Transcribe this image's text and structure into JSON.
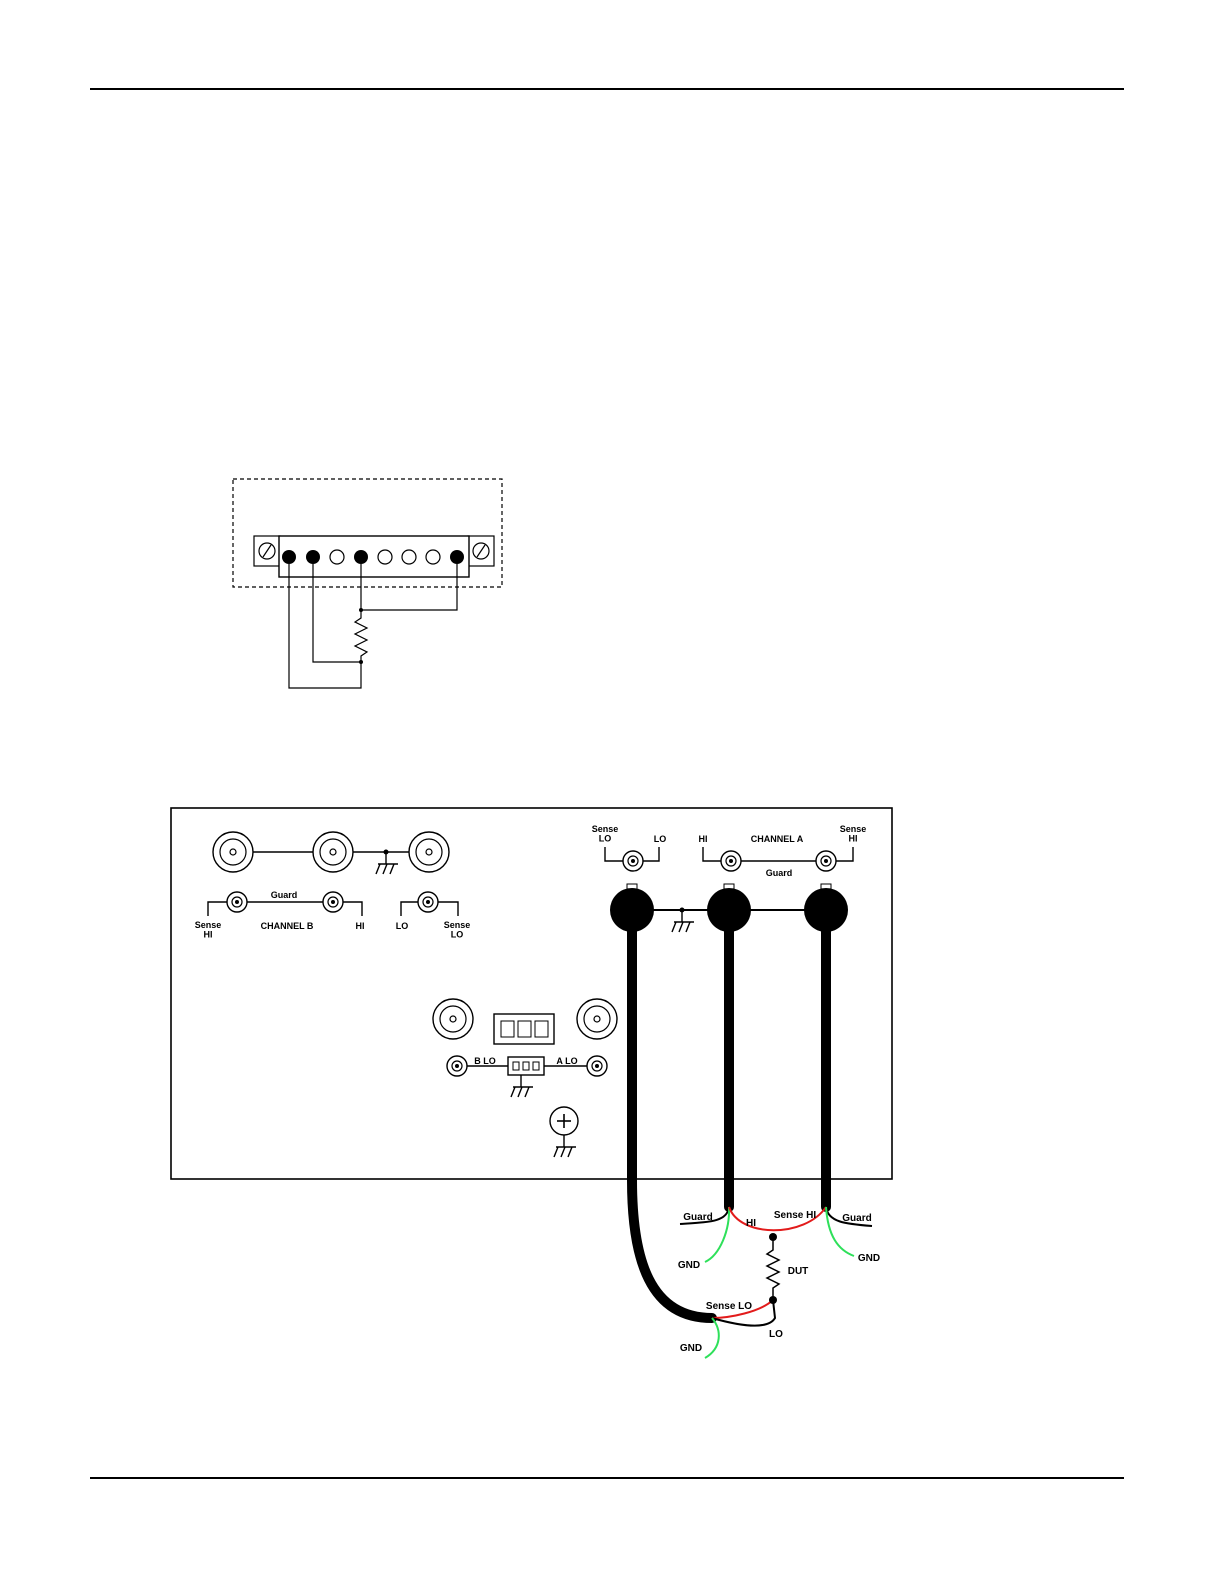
{
  "colors": {
    "line": "#000000",
    "hi_wire": "#e21b1b",
    "gnd_wire": "#2ee05a",
    "ink": "#000000"
  },
  "figure2": {
    "channel_a": {
      "sense_lo_label": "Sense\nLO",
      "lo_label": "LO",
      "hi_label": "HI",
      "channel_label": "CHANNEL  A",
      "sense_hi_label": "Sense\nHI",
      "guard_label": "Guard"
    },
    "channel_b": {
      "guard_label": "Guard",
      "sense_hi_label": "Sense\nHI",
      "channel_label": "CHANNEL  B",
      "hi_label": "HI",
      "lo_label": "LO",
      "sense_lo_label": "Sense\nLO"
    },
    "lo_terminals": {
      "b_lo_label": "B  LO",
      "a_lo_label": "A  LO"
    },
    "dut_wiring": {
      "guard_left_label": "Guard",
      "hi_label": "HI",
      "sense_hi_label": "Sense HI",
      "guard_right_label": "Guard",
      "gnd_left_label": "GND",
      "gnd_right_label": "GND",
      "dut_label": "DUT",
      "sense_lo_label": "Sense LO",
      "lo_label": "LO",
      "gnd_bottom_label": "GND"
    }
  }
}
